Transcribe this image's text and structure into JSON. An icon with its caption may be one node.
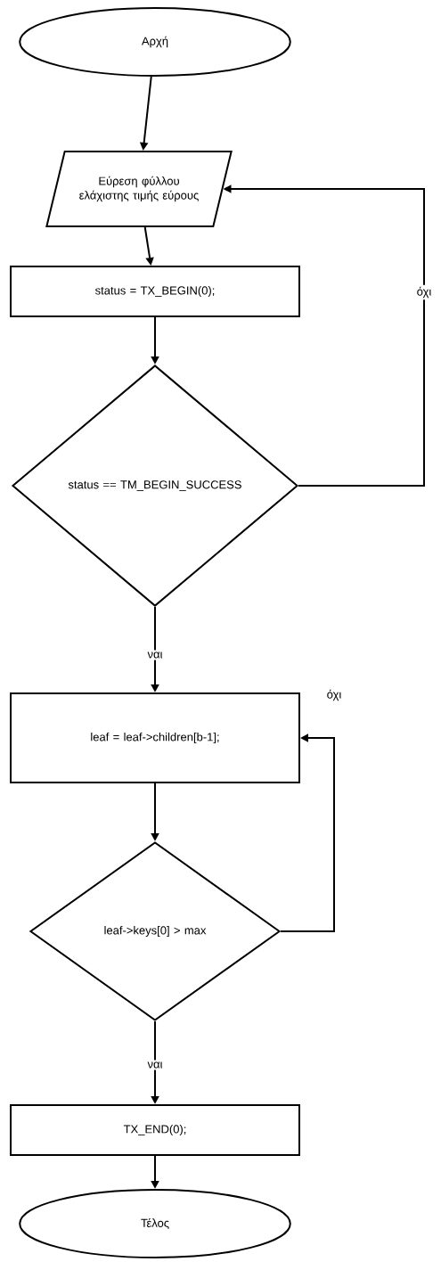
{
  "diagram": {
    "nodes": [
      {
        "text": [
          "Αρχή"
        ]
      },
      {
        "text": [
          "Εύρεση φύλλου ελάχιστης τιμής εύρους"
        ]
      },
      {
        "text": [
          "status = TX_BEGIN(0);"
        ]
      },
      {
        "text": [
          "status == TM_BEGIN_SUCCESS"
        ]
      },
      {
        "text": [
          "leaf = leaf->children[b-1];"
        ]
      },
      {
        "text": [
          "leaf->keys[0] > max"
        ]
      },
      {
        "text": [
          "TX_END(0);"
        ]
      },
      {
        "text": [
          "Τέλος"
        ]
      }
    ],
    "edges": [
      {
        "from": 0,
        "to": 1,
        "arrow": "to"
      },
      {
        "from": 1,
        "to": 2,
        "arrow": "to"
      },
      {
        "from": 2,
        "to": 3,
        "arrow": "to"
      },
      {
        "from": 3,
        "to": 1,
        "arrow": "to",
        "label": "όχι"
      },
      {
        "from": 3,
        "to": 4,
        "arrow": "to",
        "label": "ναι"
      },
      {
        "from": 4,
        "to": 5,
        "arrow": "to"
      },
      {
        "from": 5,
        "to": 4,
        "arrow": "to",
        "label": "όχι"
      },
      {
        "from": 5,
        "to": 6,
        "arrow": "to",
        "label": "ναι"
      },
      {
        "from": 6,
        "to": 7,
        "arrow": "to"
      }
    ]
  }
}
